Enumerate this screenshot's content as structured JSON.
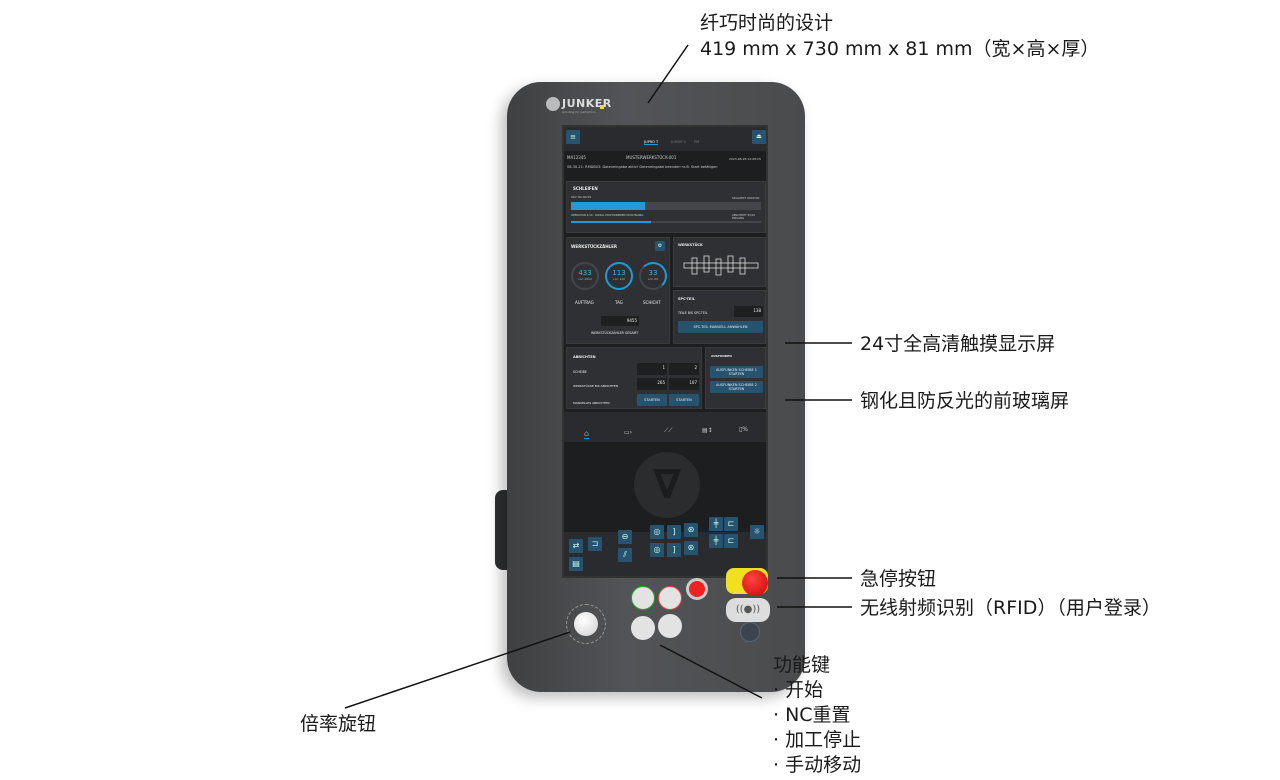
{
  "callouts": {
    "design_title": "纤巧时尚的设计",
    "design_dims": "419 mm x 730 mm x 81 mm（宽×高×厚）",
    "display": "24寸全高清触摸显示屏",
    "glass": "钢化且防反光的前玻璃屏",
    "estop": "急停按钮",
    "rfid": "无线射频识别（RFID）（用户登录）",
    "knob": "倍率旋钮",
    "function_keys_title": "功能键",
    "function_keys": [
      "· 开始",
      "· NC重置",
      "· 加工停止",
      "· 手动移动"
    ]
  },
  "device": {
    "brand": "JUNKER",
    "brand_tagline": "grinding for perfection",
    "accent": "#1f9bd6",
    "screen": {
      "tabs": [
        "JUPRO T",
        "JUMOP II",
        "PM"
      ],
      "machine": "MA12345",
      "workpiece": "MUSTERWERKSTÜCK-001",
      "datetime": "2023-08-28 14:08:15",
      "message": "08-30-21: RMDB03: Dateneingabe aktiv! Dateneingabe beenden→z.B. Start betätigen",
      "grinding": {
        "title": "SCHLEIFEN",
        "left": "007:00:00:59",
        "right": "SKALIERT 0000:00",
        "progress": 0.39,
        "op": "OPERATION 4/10 - RADIAL POSITIONIEREN DURCHGANG",
        "op_right": "ABSCHNITT 05/10 EINGANG"
      },
      "counter": {
        "title": "WERKSTÜCKZÄHLER",
        "gauges": [
          {
            "value": "433",
            "sub": "von 2800",
            "label": "AUFTRAG",
            "fill": 0.45
          },
          {
            "value": "113",
            "sub": "von 120",
            "label": "TAG",
            "fill": 0.9
          },
          {
            "value": "33",
            "sub": "von 60",
            "label": "SCHICHT",
            "fill": 0.55
          }
        ],
        "total": "9455",
        "total_label": "WERKSTÜCKZÄHLER GESAMT"
      },
      "workpiece_panel": "WERKSTÜCK",
      "spc": {
        "title": "SPC-TEIL",
        "label": "TEILE BIS SPC-TEIL",
        "value": "138",
        "button": "SPC-TEIL MANUELL ANWÄHLEN"
      },
      "dressing": {
        "title": "ABRICHTEN",
        "rows": [
          {
            "label": "SCHEIBE",
            "a": "1",
            "b": "2"
          },
          {
            "label": "WERKSTÜCKE BIS ABRICHTEN",
            "a": "265",
            "b": "107"
          }
        ],
        "manual": "MANUELLES ABRICHTEN",
        "start": "STARTEN"
      },
      "sparkout": {
        "title": "AUSFUNKEN",
        "buttons": [
          "AUSFUNKEN SCHEIBE 1 STARTEN",
          "AUSFUNKEN SCHEIBE 2 STARTEN"
        ]
      }
    }
  }
}
